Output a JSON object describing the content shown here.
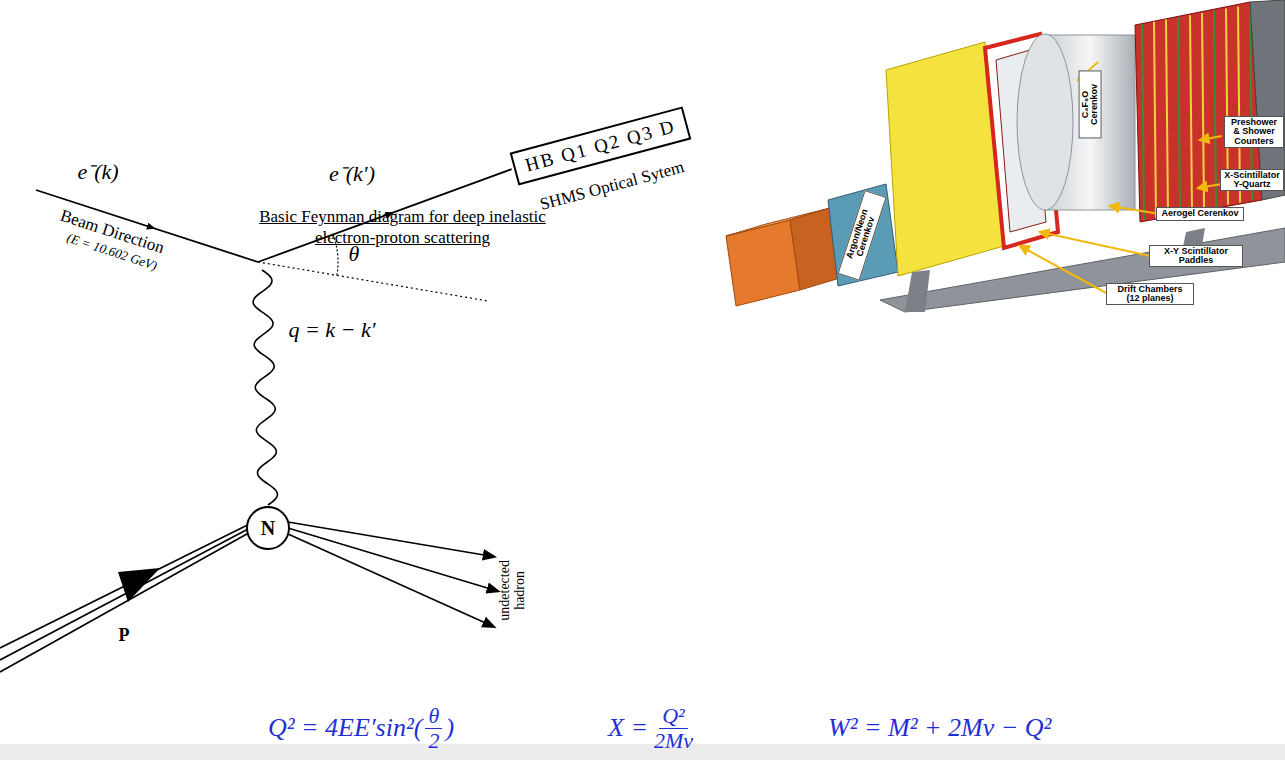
{
  "diagram": {
    "title": "Basic Feynman diagram for deep inelastic electron-proton scattering",
    "nodes": [
      {
        "text": [
          "N"
        ]
      },
      {
        "text": [
          "HB Q1 Q2 Q3 D"
        ]
      }
    ],
    "labels": [
      "e⁻(k)",
      "Beam Direction",
      "(E = 10.602 GeV)",
      "θ",
      "e⁻(k′)",
      "q = k − k′",
      "undetected hadron",
      "P",
      "SHMS Optical Sytem",
      "Argon/Neon Cerenkov",
      "C₄F₈O Cerenkov",
      "Preshower & Shower Counters",
      "X-Scintillator Y-Quartz",
      "Aerogel Cerenkov",
      "X-Y Scintillator Paddles",
      "Drift Chambers (12 planes)",
      "Q² = 4EE′sin²(",
      "θ",
      "2",
      ")",
      "X =",
      "Q²",
      "2Mν",
      "W² = M² + 2Mν − Q²"
    ]
  }
}
